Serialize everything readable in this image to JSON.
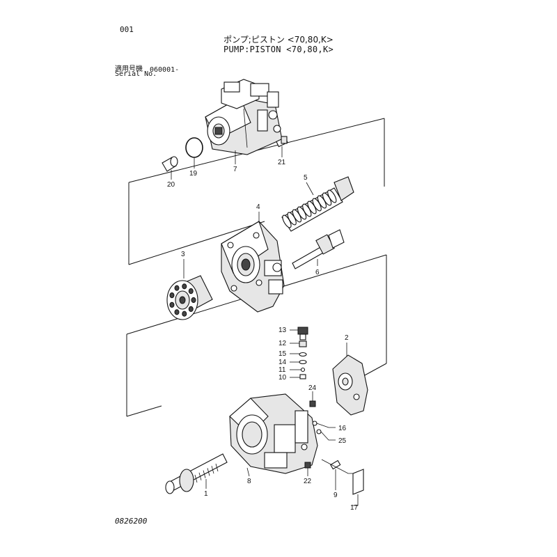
{
  "header": {
    "page_number": "001",
    "title_jp": "ポンプ;ピストン <70,80,K>",
    "title_en": "PUMP:PISTON <70,80,K>",
    "serial_label_jp": "適用号機",
    "serial_label_en": "Serial No.",
    "serial_value": "060001-"
  },
  "footer": {
    "drawing_number": "0826200"
  },
  "callouts": {
    "p1": "1",
    "p2": "2",
    "p3": "3",
    "p4": "4",
    "p5": "5",
    "p6": "6",
    "p7": "7",
    "p8": "8",
    "p9": "9",
    "p10": "10",
    "p11": "11",
    "p12": "12",
    "p13": "13",
    "p14": "14",
    "p15": "15",
    "p16": "16",
    "p17": "17",
    "p19": "19",
    "p20": "20",
    "p21": "21",
    "p22": "22",
    "p24": "24",
    "p25": "25"
  }
}
